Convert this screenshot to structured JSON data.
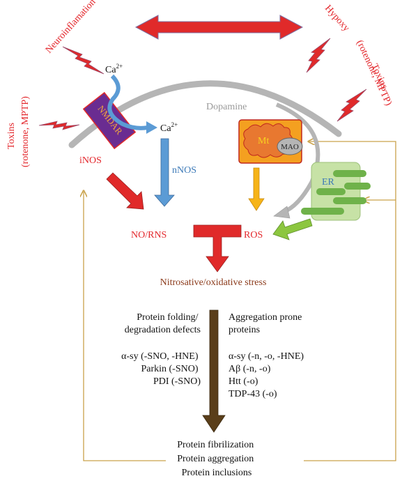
{
  "labels": {
    "neuroinflammation": "Neuroinflamation",
    "hypoxy": "Hypoxy",
    "toxins_left_line1": "Toxins",
    "toxins_left_line2": "(rotenone, MPTP)",
    "toxins_right_line1": "Toxins",
    "toxins_right_line2": "(rotenone, MPTP)",
    "ca_top": "Ca",
    "ca_top_sup": "2+",
    "ca_mid": "Ca",
    "ca_mid_sup": "2+",
    "nmdar": "NMDAR",
    "dopamine": "Dopamine",
    "mt": "Mt",
    "mao": "MAO",
    "er": "ER",
    "inos": "iNOS",
    "nnos": "nNOS",
    "no_rns": "NO/RNS",
    "ros": "ROS",
    "stress": "Nitrosative/oxidative stress"
  },
  "left_column": {
    "heading": [
      "Protein folding/",
      "degradation defects"
    ],
    "items": [
      "α-sy (-SNO, -HNE)",
      "Parkin (-SNO)",
      "PDI (-SNO)"
    ]
  },
  "right_column": {
    "heading": [
      "Aggregation prone",
      "proteins"
    ],
    "items": [
      "α-sy (-n, -o, -HNE)",
      "Aβ (-n, -o)",
      "Htt (-o)",
      "TDP-43 (-o)"
    ]
  },
  "outcomes": [
    "Protein fibrilization",
    "Protein aggregation",
    "Protein inclusions"
  ],
  "colors": {
    "red_text": "#e3262b",
    "blue_text": "#3d7ab8",
    "brown_text": "#8b3a1a",
    "red_fill": "#e02a2a",
    "blue_fill": "#5b9bd5",
    "gray_arc": "#b5b5b5",
    "gold_line": "#c9a24a",
    "mt_fill": "#f4a020",
    "mt_inner": "#e87830",
    "er_fill": "#c7e2a6",
    "er_bar": "#6fb24a",
    "nmdar_fill": "#6a2c91",
    "nmdar_text": "#f0a640",
    "dark_arrow": "#5a3e1a",
    "ros_arrow": "#8cc63f",
    "mt_arrow": "#f6b418"
  }
}
